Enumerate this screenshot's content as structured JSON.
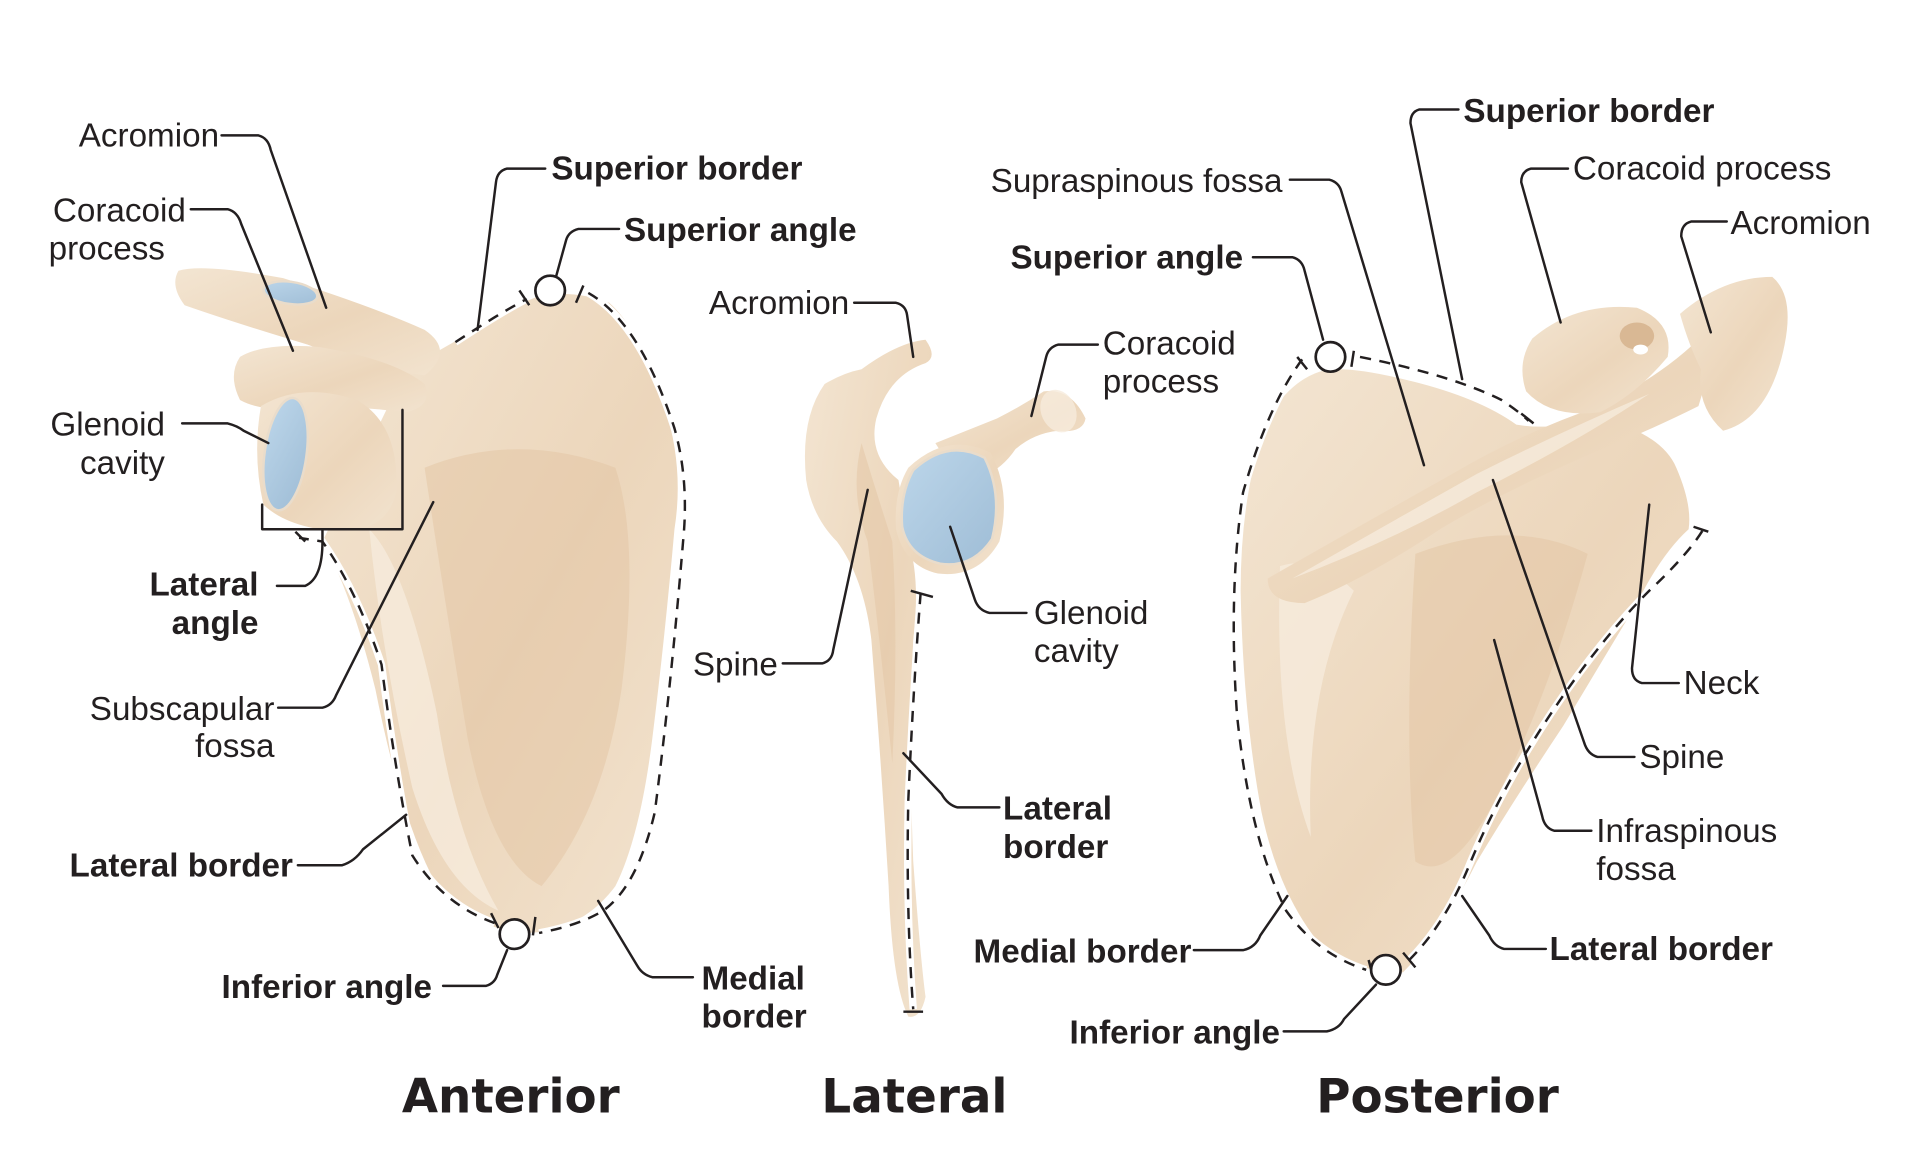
{
  "colors": {
    "bone": "#efdcc4",
    "bone_shadow": "#dcbc98",
    "cartilage": "#a9c6de",
    "line": "#231f20",
    "background": "#ffffff"
  },
  "views": {
    "anterior": {
      "title": "Anterior",
      "labels": {
        "acromion": "Acromion",
        "coracoid_1": "Coracoid",
        "coracoid_2": "process",
        "glenoid_1": "Glenoid",
        "glenoid_2": "cavity",
        "superior_border": "Superior border",
        "superior_angle": "Superior angle",
        "lateral_angle_1": "Lateral",
        "lateral_angle_2": "angle",
        "subscapular_1": "Subscapular",
        "subscapular_2": "fossa",
        "lateral_border": "Lateral border",
        "inferior_angle": "Inferior angle",
        "medial_border_1": "Medial",
        "medial_border_2": "border"
      }
    },
    "lateral": {
      "title": "Lateral",
      "labels": {
        "acromion": "Acromion",
        "coracoid_1": "Coracoid",
        "coracoid_2": "process",
        "glenoid_1": "Glenoid",
        "glenoid_2": "cavity",
        "spine": "Spine",
        "lateral_border_1": "Lateral",
        "lateral_border_2": "border"
      }
    },
    "posterior": {
      "title": "Posterior",
      "labels": {
        "superior_border": "Superior border",
        "supraspinous": "Supraspinous fossa",
        "coracoid": "Coracoid process",
        "acromion": "Acromion",
        "superior_angle": "Superior angle",
        "neck": "Neck",
        "spine": "Spine",
        "infraspinous_1": "Infraspinous",
        "infraspinous_2": "fossa",
        "medial_border": "Medial border",
        "lateral_border": "Lateral border",
        "inferior_angle": "Inferior angle"
      }
    }
  }
}
